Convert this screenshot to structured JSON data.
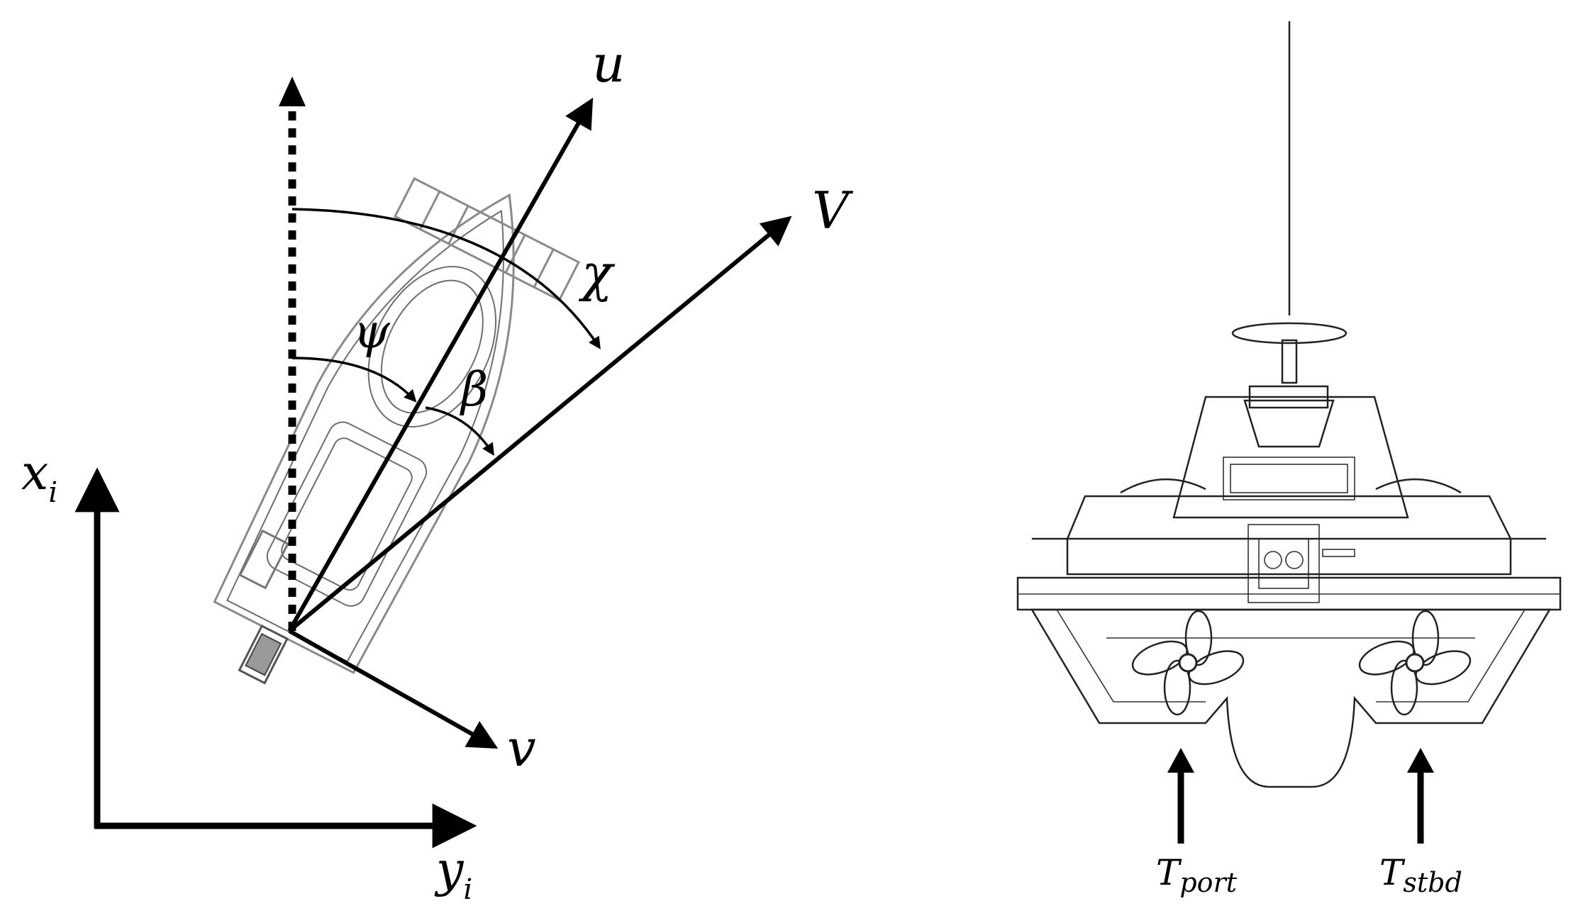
{
  "figure": {
    "left_panel": {
      "axis_x_label": "x",
      "axis_x_sub": "i",
      "axis_y_label": "y",
      "axis_y_sub": "i",
      "vector_surge": "u",
      "vector_sway": "v",
      "vector_velocity": "V",
      "angle_course": "χ",
      "angle_heading": "ψ",
      "angle_sideslip": "β"
    },
    "right_panel": {
      "thrust_port_label": "T",
      "thrust_port_sub": "port",
      "thrust_stbd_label": "T",
      "thrust_stbd_sub": "stbd"
    }
  }
}
